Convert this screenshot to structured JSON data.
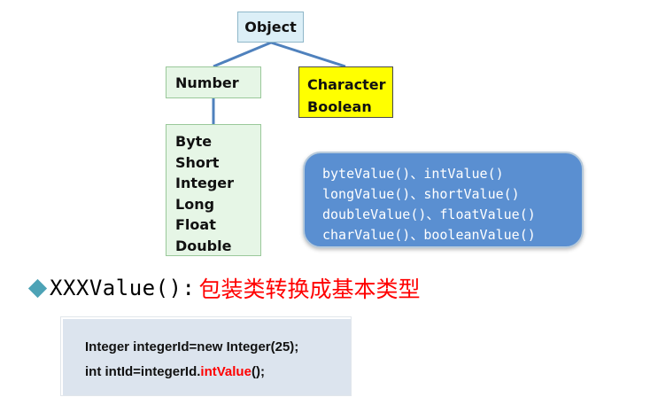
{
  "diagram": {
    "root": {
      "label": "Object"
    },
    "number_group": {
      "label": "Number",
      "children": [
        "Byte",
        "Short",
        "Integer",
        "Long",
        "Float",
        "Double"
      ]
    },
    "other_group": {
      "items": [
        "Character",
        "Boolean"
      ]
    }
  },
  "methods_bubble": {
    "lines": [
      "byteValue()、intValue()",
      "longValue()、shortValue()",
      "doubleValue()、floatValue()",
      "charValue()、booleanValue()"
    ]
  },
  "headline": {
    "code": "XXXValue():",
    "description": "包装类转换成基本类型"
  },
  "code_example": {
    "line1": "Integer integerId=new Integer(25);",
    "line2_prefix": "int intId=integerId.",
    "line2_highlight": "intValue",
    "line2_suffix": "();"
  },
  "colors": {
    "object_box": "#dceff7",
    "number_box": "#e6f6e6",
    "other_box": "#ffff00",
    "connector": "#4f81bd",
    "bubble": "#5a8fd1",
    "headline_desc": "#ff0000",
    "diamond": "#4da3b6",
    "code_panel": "#dce4ee",
    "code_highlight": "#ff0000"
  },
  "icons": {
    "bullet": "diamond-bullet-icon"
  }
}
